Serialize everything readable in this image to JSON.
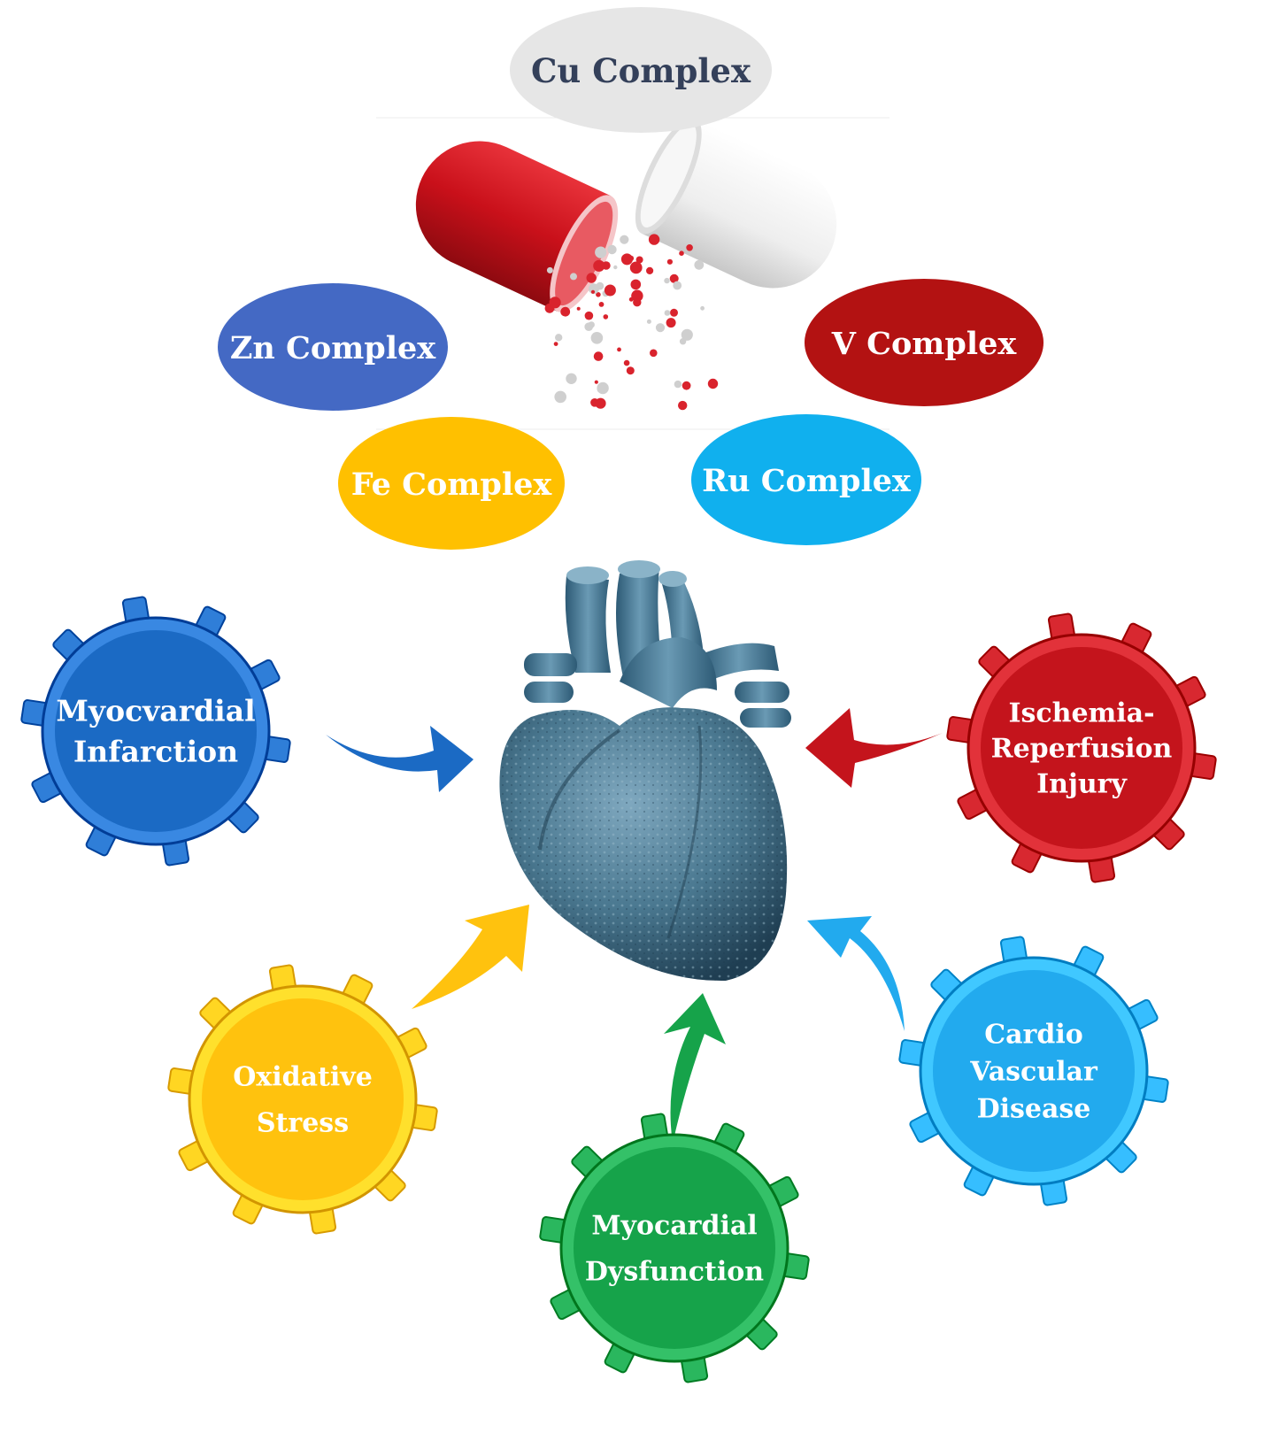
{
  "complexes": [
    {
      "id": "cu",
      "label": "Cu Complex",
      "fill": "#e6e6e6",
      "text_color": "#34405a"
    },
    {
      "id": "zn",
      "label": "Zn Complex",
      "fill": "#4469c4",
      "text_color": "#ffffff"
    },
    {
      "id": "v",
      "label": "V Complex",
      "fill": "#b31212",
      "text_color": "#ffffff"
    },
    {
      "id": "fe",
      "label": "Fe Complex",
      "fill": "#ffc000",
      "text_color": "#ffffff"
    },
    {
      "id": "ru",
      "label": "Ru Complex",
      "fill": "#10b0ee",
      "text_color": "#ffffff"
    }
  ],
  "conditions": [
    {
      "id": "mi",
      "lines": [
        "Myocvardial",
        "Infarction"
      ],
      "fill": "#1b6ac4"
    },
    {
      "id": "iri",
      "lines": [
        "Ischemia-",
        "Reperfusion",
        "Injury"
      ],
      "fill": "#c4141c"
    },
    {
      "id": "os",
      "lines": [
        "Oxidative",
        "Stress"
      ],
      "fill": "#ffc20e"
    },
    {
      "id": "md",
      "lines": [
        "Myocardial",
        "Dysfunction"
      ],
      "fill": "#16a34a"
    },
    {
      "id": "cvd",
      "lines": [
        "Cardio",
        "Vascular",
        "Disease"
      ],
      "fill": "#22aaee"
    }
  ],
  "icons": {
    "capsule": "capsule-icon",
    "heart": "heart-icon"
  },
  "colors": {
    "capsule_red": "#d0121c",
    "capsule_white": "#f2f2f2",
    "heart_blue": "#4a7890"
  }
}
